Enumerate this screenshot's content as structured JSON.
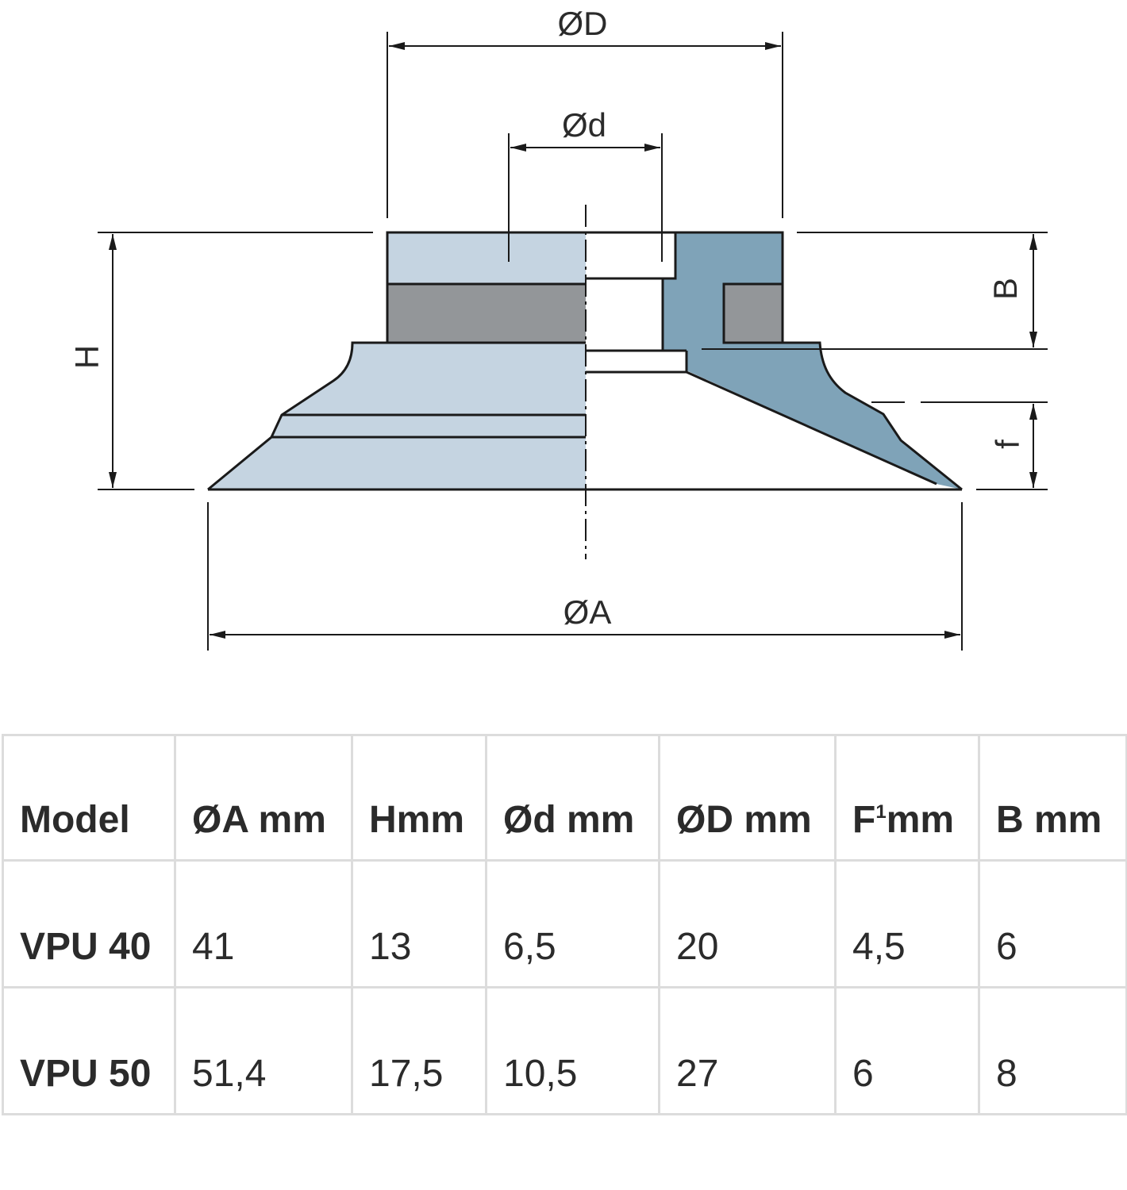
{
  "labels": {
    "outer_diameter": "ØD",
    "inner_diameter": "Ød",
    "height": "H",
    "b_dim": "B",
    "f_dim": "f",
    "base_diameter": "ØA"
  },
  "colors": {
    "light_section": "#c5d4e1",
    "dark_section": "#7fa3b8",
    "gray_band": "#939699",
    "outline": "#1a1a1a",
    "table_border": "#dcdcdc"
  },
  "table": {
    "headers": [
      "Model",
      "ØA mm",
      "Hmm",
      "Ød mm",
      "ØD mm",
      "F",
      "mm",
      "B mm"
    ],
    "header_f_sup": "1",
    "rows": [
      {
        "model": "VPU 40",
        "a": "41",
        "h": "13",
        "d": "6,5",
        "D": "20",
        "f": "4,5",
        "b": "6"
      },
      {
        "model": "VPU 50",
        "a": "51,4",
        "h": "17,5",
        "d": "10,5",
        "D": "27",
        "f": "6",
        "b": "8"
      }
    ]
  }
}
